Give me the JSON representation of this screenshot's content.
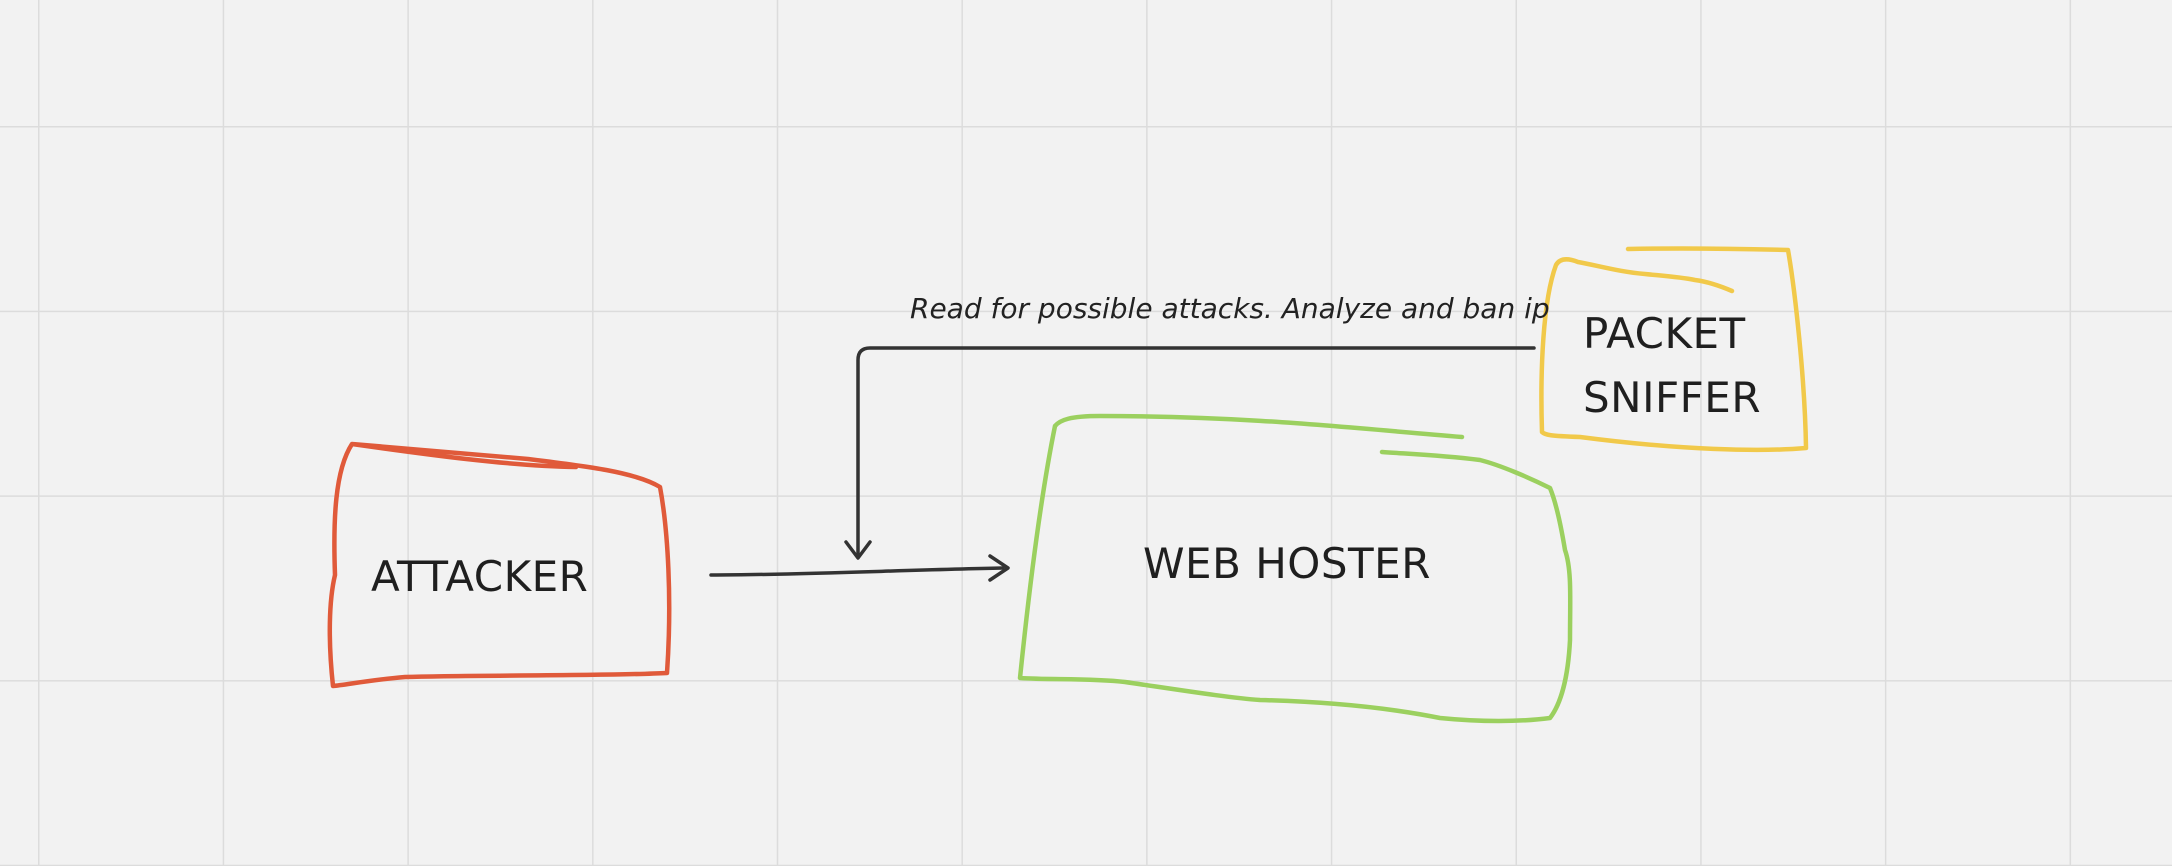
{
  "board": {
    "nodes": [
      {
        "id": "attacker",
        "label": "ATTACKER",
        "color": "#e05a3a"
      },
      {
        "id": "web-hoster",
        "label": "WEB HOSTER",
        "color": "#9bd05f"
      },
      {
        "id": "packet-sniffer",
        "label_lines": [
          "PACKET",
          "SNIFFER"
        ],
        "color": "#f1c94a"
      }
    ],
    "edges": [
      {
        "from": "attacker",
        "to": "web-hoster",
        "label": ""
      },
      {
        "from": "packet-sniffer",
        "to": "attacker-to-web-hoster-connector",
        "label": "Read for possible attacks. Analyze and ban ip"
      }
    ],
    "connector_color": "#333333",
    "grid_color": "#dcdcdc",
    "background_color": "#f2f2f2"
  }
}
